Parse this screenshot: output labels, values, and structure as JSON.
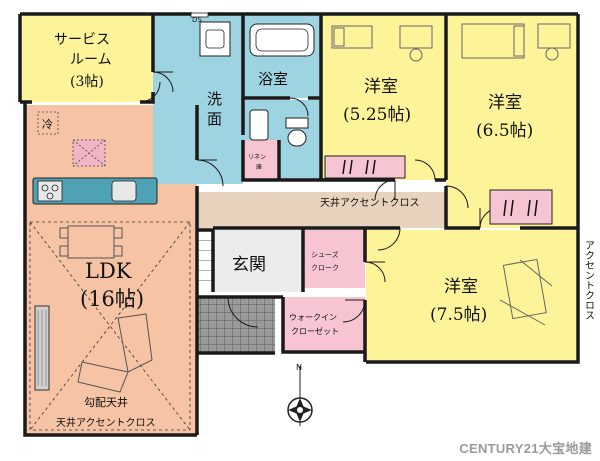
{
  "rooms": {
    "service_room": {
      "name_line1": "サービス",
      "name_line2": "ルーム",
      "size": "(3帖)"
    },
    "ldk": {
      "name": "LDK",
      "size": "(16帖)"
    },
    "bath": {
      "name": "浴室"
    },
    "washroom": {
      "name_line1": "洗",
      "name_line2": "面"
    },
    "linen": {
      "name_line1": "リネン",
      "name_line2": "庫"
    },
    "western1": {
      "name": "洋室",
      "size": "(5.25帖)"
    },
    "western2": {
      "name": "洋室",
      "size": "(6.5帖)"
    },
    "western3": {
      "name": "洋室",
      "size": "(7.5帖)"
    },
    "entrance": {
      "name": "玄関"
    },
    "shoe_closet": {
      "name_line1": "シューズ",
      "name_line2": "クローク"
    },
    "walkin": {
      "name_line1": "ウォークイン",
      "name_line2": "クローゼット"
    }
  },
  "labels": {
    "fridge": "冷",
    "ds": "DS",
    "ceiling_accent_hall": "天井アクセントクロス",
    "accent_cross_vertical": "アクセントクロス",
    "sloped_ceiling": "勾配天井",
    "ceiling_accent_ldk": "天井アクセントクロス",
    "north": "N"
  },
  "credit": "CENTURY21大宝地建",
  "colors": {
    "yellow": "#fdf49a",
    "salmon": "#f6c4a4",
    "blue": "#9ed3e1",
    "pink": "#f7c4d2",
    "hall": "#e6d2bd",
    "wall": "#1a1a1a",
    "counter": "#4fa2b6",
    "tile": "#8a8a8a"
  }
}
